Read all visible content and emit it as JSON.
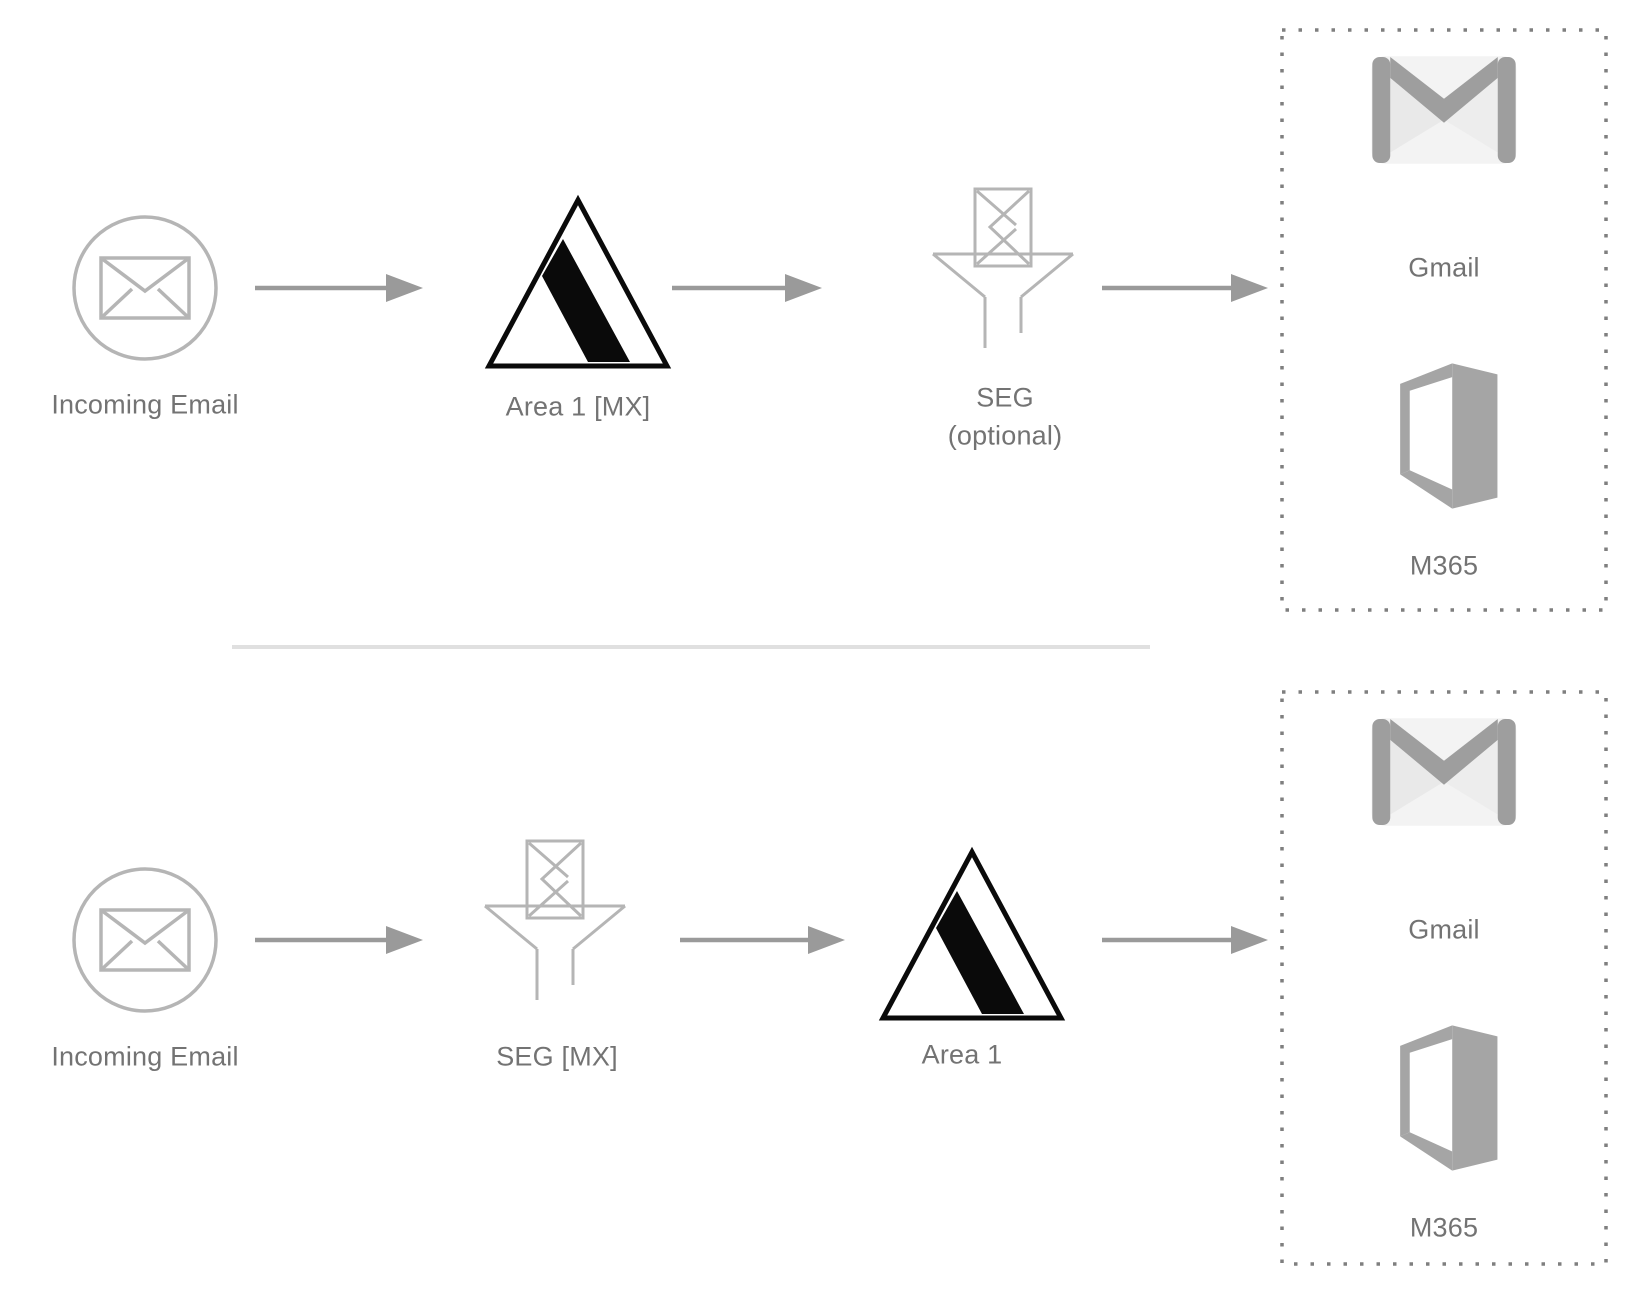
{
  "colors": {
    "text": "#737373",
    "arrow": "#9a9a9a",
    "light_icon_stroke": "#b5b5b5",
    "triangle_black": "#0a0a0a",
    "gmail_gray": "#9e9e9e",
    "gmail_body": "#f3f3f3",
    "m365_gray": "#a5a5a5",
    "dotted_border": "#7f7f7f",
    "divider": "#e0e0e0"
  },
  "flows": [
    {
      "incoming_label": "Incoming Email",
      "step2_label": "Area 1 [MX]",
      "step3_label": "SEG",
      "step3_sublabel": "(optional)",
      "destination_box": {
        "gmail_label": "Gmail",
        "m365_label": "M365"
      }
    },
    {
      "incoming_label": "Incoming Email",
      "step2_label": "SEG [MX]",
      "step3_label": "Area 1",
      "destination_box": {
        "gmail_label": "Gmail",
        "m365_label": "M365"
      }
    }
  ]
}
